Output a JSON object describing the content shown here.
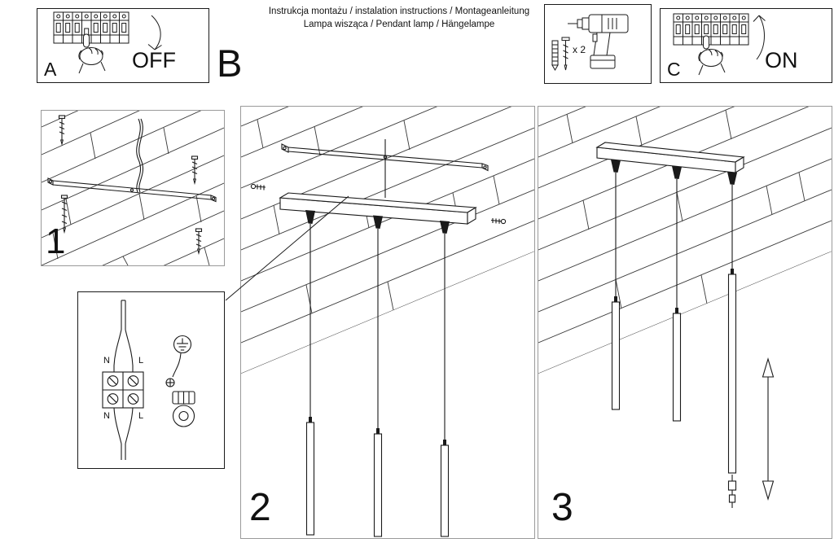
{
  "title": {
    "line1": "Instrukcja montażu / instalation instructions / Montageanleitung",
    "line2": "Lampa wisząca / Pendant lamp / Hängelampe"
  },
  "section_labels": {
    "a": "A",
    "b": "B",
    "c": "C"
  },
  "power_labels": {
    "off": "OFF",
    "on": "ON"
  },
  "step_numbers": {
    "step1": "1",
    "step2": "2",
    "step3": "3"
  },
  "tools": {
    "screws_qty": "x 2"
  },
  "wiring": {
    "n_top": "N",
    "l_top": "L",
    "n_bottom": "N",
    "l_bottom": "L"
  },
  "colors": {
    "ink": "#1a1a1a",
    "ceiling_line": "#3a3a3a",
    "panel_border": "#9a9a9a",
    "background": "#ffffff"
  }
}
